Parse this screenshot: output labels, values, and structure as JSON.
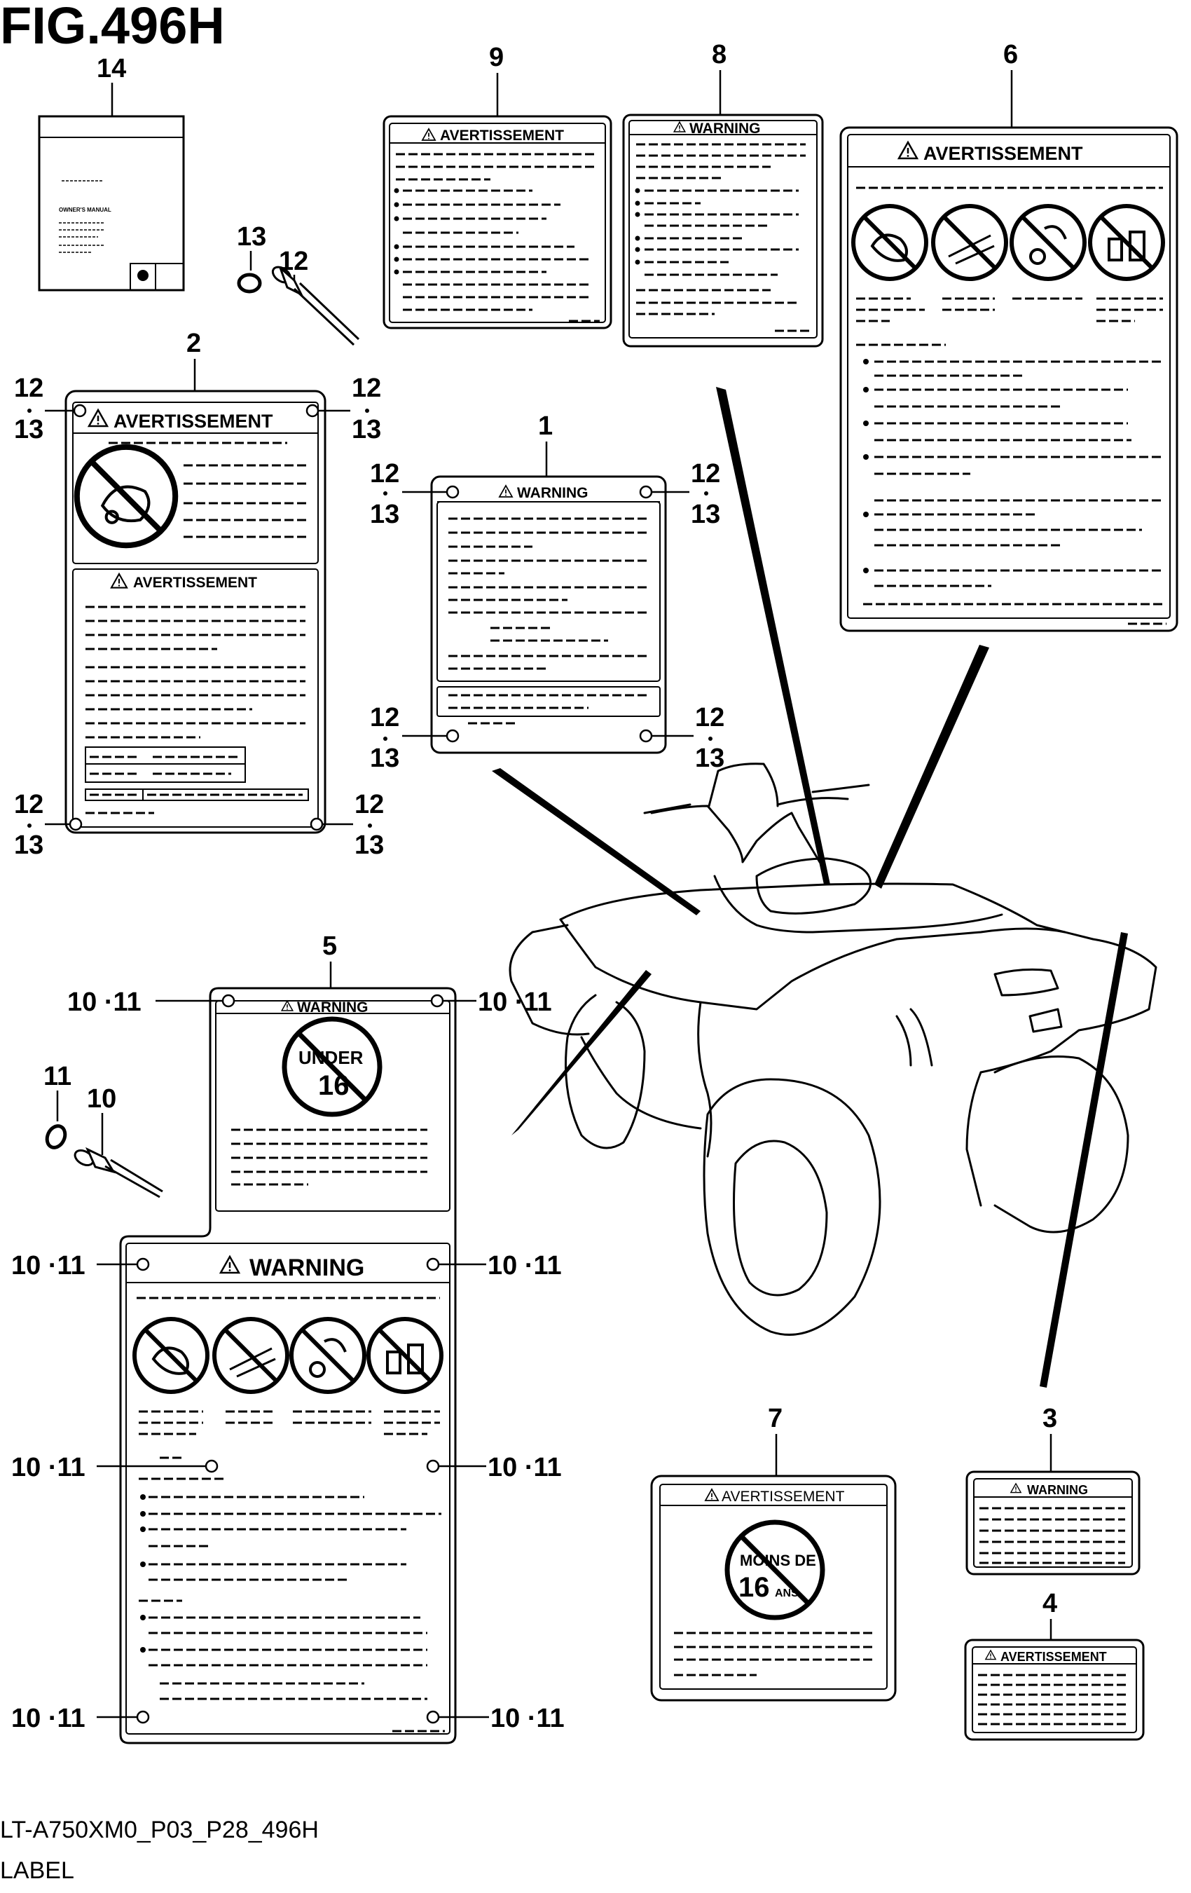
{
  "figure": {
    "title": "FIG.496H",
    "model_code": "LT-A750XM0_P03_P28_496H",
    "caption": "LABEL"
  },
  "headings": {
    "warning": "WARNING",
    "avertissement": "AVERTISSEMENT"
  },
  "manual": {
    "cover_title": "OWNER'S MANUAL"
  },
  "icon_text": {
    "under": "UNDER",
    "age": "16",
    "moins_de": "MOINS DE",
    "ans": "ANS"
  },
  "callouts": {
    "c1": "1",
    "c2": "2",
    "c3": "3",
    "c4": "4",
    "c5": "5",
    "c6": "6",
    "c7": "7",
    "c8": "8",
    "c9": "9",
    "c10": "10",
    "c11": "11",
    "c12": "12",
    "c13": "13",
    "c14": "14",
    "pair_10_11": "10 ·11"
  }
}
